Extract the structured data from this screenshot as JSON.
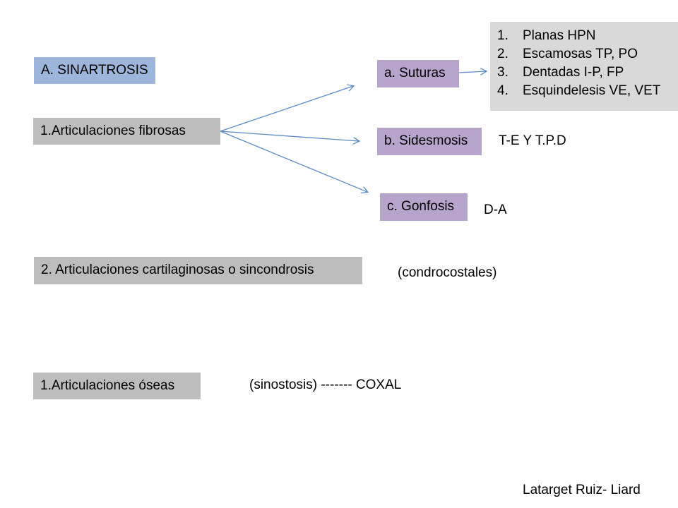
{
  "sinartrosis": "A. SINARTROSIS",
  "fibrosas": "1.Articulaciones fibrosas",
  "suturas": "a. Suturas",
  "sidesmosis": "b. Sidesmosis",
  "sidesmosis_note": "T-E Y T.P.D",
  "gonfosis": "c. Gonfosis",
  "gonfosis_note": "D-A",
  "sutura_types": [
    {
      "num": "1.",
      "label": "Planas  HPN"
    },
    {
      "num": "2.",
      "label": "Escamosas TP, PO"
    },
    {
      "num": "3.",
      "label": "Dentadas I-P, FP"
    },
    {
      "num": "4.",
      "label": "Esquindelesis VE, VET"
    }
  ],
  "cartilaginosas": "2. Articulaciones cartilaginosas o sincondrosis",
  "cartilaginosas_note": "(condrocostales)",
  "oseas": "1.Articulaciones óseas",
  "oseas_note": "(sinostosis)  -------  COXAL",
  "credit": "Latarget Ruiz- Liard",
  "colors": {
    "blue_box": "#9db5da",
    "purple_box": "#b6a4ca",
    "gray_box": "#bdbdbd",
    "list_box": "#d9d9d9",
    "arrow": "#5b8ac6"
  }
}
